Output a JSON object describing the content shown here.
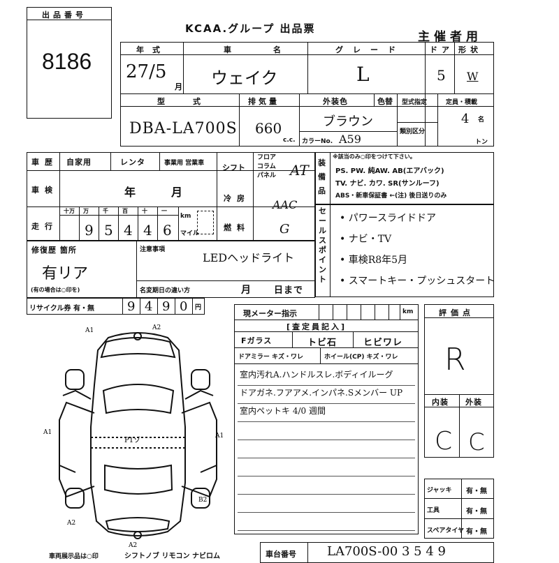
{
  "header": {
    "lot_label": "出品番号",
    "lot_number": "8186",
    "group_title": "KCAA.グループ 出品票",
    "organizer": "主催者用"
  },
  "vehicle": {
    "year_label": "年式",
    "year_value": "27/5",
    "year_unit": "月",
    "name_label": "車名",
    "name_value": "ウェイク",
    "grade_label": "グレード",
    "grade_value": "L",
    "doors_label": "ドア",
    "doors_value": "5",
    "shape_label": "形状",
    "shape_value": "W",
    "model_label": "型式",
    "model_value": "DBA-LA700S",
    "displacement_label": "排気量",
    "displacement_value": "660",
    "displacement_unit": "c.c.",
    "color_label": "外装色",
    "color_value": "ブラウン",
    "color_no_label": "色替",
    "color_code_label": "カラーNo.",
    "color_code_value": "A59",
    "type_designation_label": "型式指定",
    "category_label": "類別区分",
    "capacity_label": "定員・積載",
    "capacity_value": "4",
    "capacity_unit": "名",
    "load_unit": "トン"
  },
  "history": {
    "history_label": "車歴",
    "private_label": "自家用",
    "rental_label": "レンタ",
    "business_label": "事業用 営業車",
    "shift_label": "シフト",
    "shift_options": [
      "フロア",
      "コラム",
      "パネル"
    ],
    "shift_value": "AT",
    "inspection_label": "車検",
    "inspection_year": "年",
    "inspection_month": "月",
    "ac_label": "冷房",
    "ac_value": "AAC",
    "mileage_label": "走行",
    "mileage_units": [
      "十万",
      "万",
      "千",
      "百",
      "十",
      "一"
    ],
    "mileage_digits": [
      "",
      "9",
      "5",
      "4",
      "4",
      "6"
    ],
    "km_label": "km",
    "mile_label": "マイル",
    "fuel_label": "燃料",
    "fuel_value": "G"
  },
  "equipment": {
    "label": "装備品",
    "note": "※該当のみ○印をつけて下さい。",
    "line1": "PS. PW. 純AW. AB(エアバック)",
    "line2": "TV. ナビ. カワ. SR(サンルーフ)",
    "line3": "ABS・新車保証書 ←(注) 後日送りのみ"
  },
  "sales_points": {
    "label": "セールスポイント",
    "items": [
      "パワースライドドア",
      "ナビ・TV",
      "車検R8年5月",
      "スマートキー・プッシュスタート"
    ]
  },
  "repair": {
    "label": "修復歴 箇所",
    "value": "有リア",
    "note": "(有の場合は○印を)",
    "caution_label": "注意事項",
    "caution_value": "LEDヘッドライト",
    "deadline_label": "名変期日の違い方",
    "deadline_month": "月",
    "deadline_day": "日まで"
  },
  "recycle": {
    "label": "リサイクル券 有・無",
    "digits": [
      "9",
      "4",
      "9",
      "0"
    ],
    "unit": "円"
  },
  "inspection": {
    "meter_label": "現メーター指示",
    "km_unit": "km",
    "inspector_label": "[査定員記入]",
    "col1": "Fガラス",
    "col2": "トビ石",
    "col3": "ヒビワレ",
    "row2a": "ドアミラー キズ・ワレ",
    "row2b": "ホイール(CP) キズ・ワレ",
    "notes": [
      "室内汚れA.ハンドルスレ.ボディイルーグ",
      "ドアガネ.フアアメ.インパネ.Sメンバー UP",
      "室内ペットキ 4/0 週間"
    ]
  },
  "evaluation": {
    "label": "評価点",
    "score": "R",
    "interior_label": "内装",
    "exterior_label": "外装",
    "interior_value": "C",
    "exterior_value": "C"
  },
  "tools": [
    {
      "label": "ジャッキ",
      "value": "有・無"
    },
    {
      "label": "工具",
      "value": "有・無"
    },
    {
      "label": "スペアタイヤ",
      "value": "有・無"
    }
  ],
  "diagram_marks": {
    "a1_tl": "A1",
    "a2_tr": "A2",
    "a1_left": "A1",
    "a1_right": "A1",
    "p_center": "P1ゾ",
    "b2_right": "B2",
    "a2_bl": "A2",
    "a2_bottom": "A2"
  },
  "footer": {
    "left_note": "車両展示品は○印",
    "options": "シフトノブ リモコン ナビロム",
    "chassis_label": "車台番号",
    "chassis_value": "LA700S-00 3 5 4 9"
  }
}
